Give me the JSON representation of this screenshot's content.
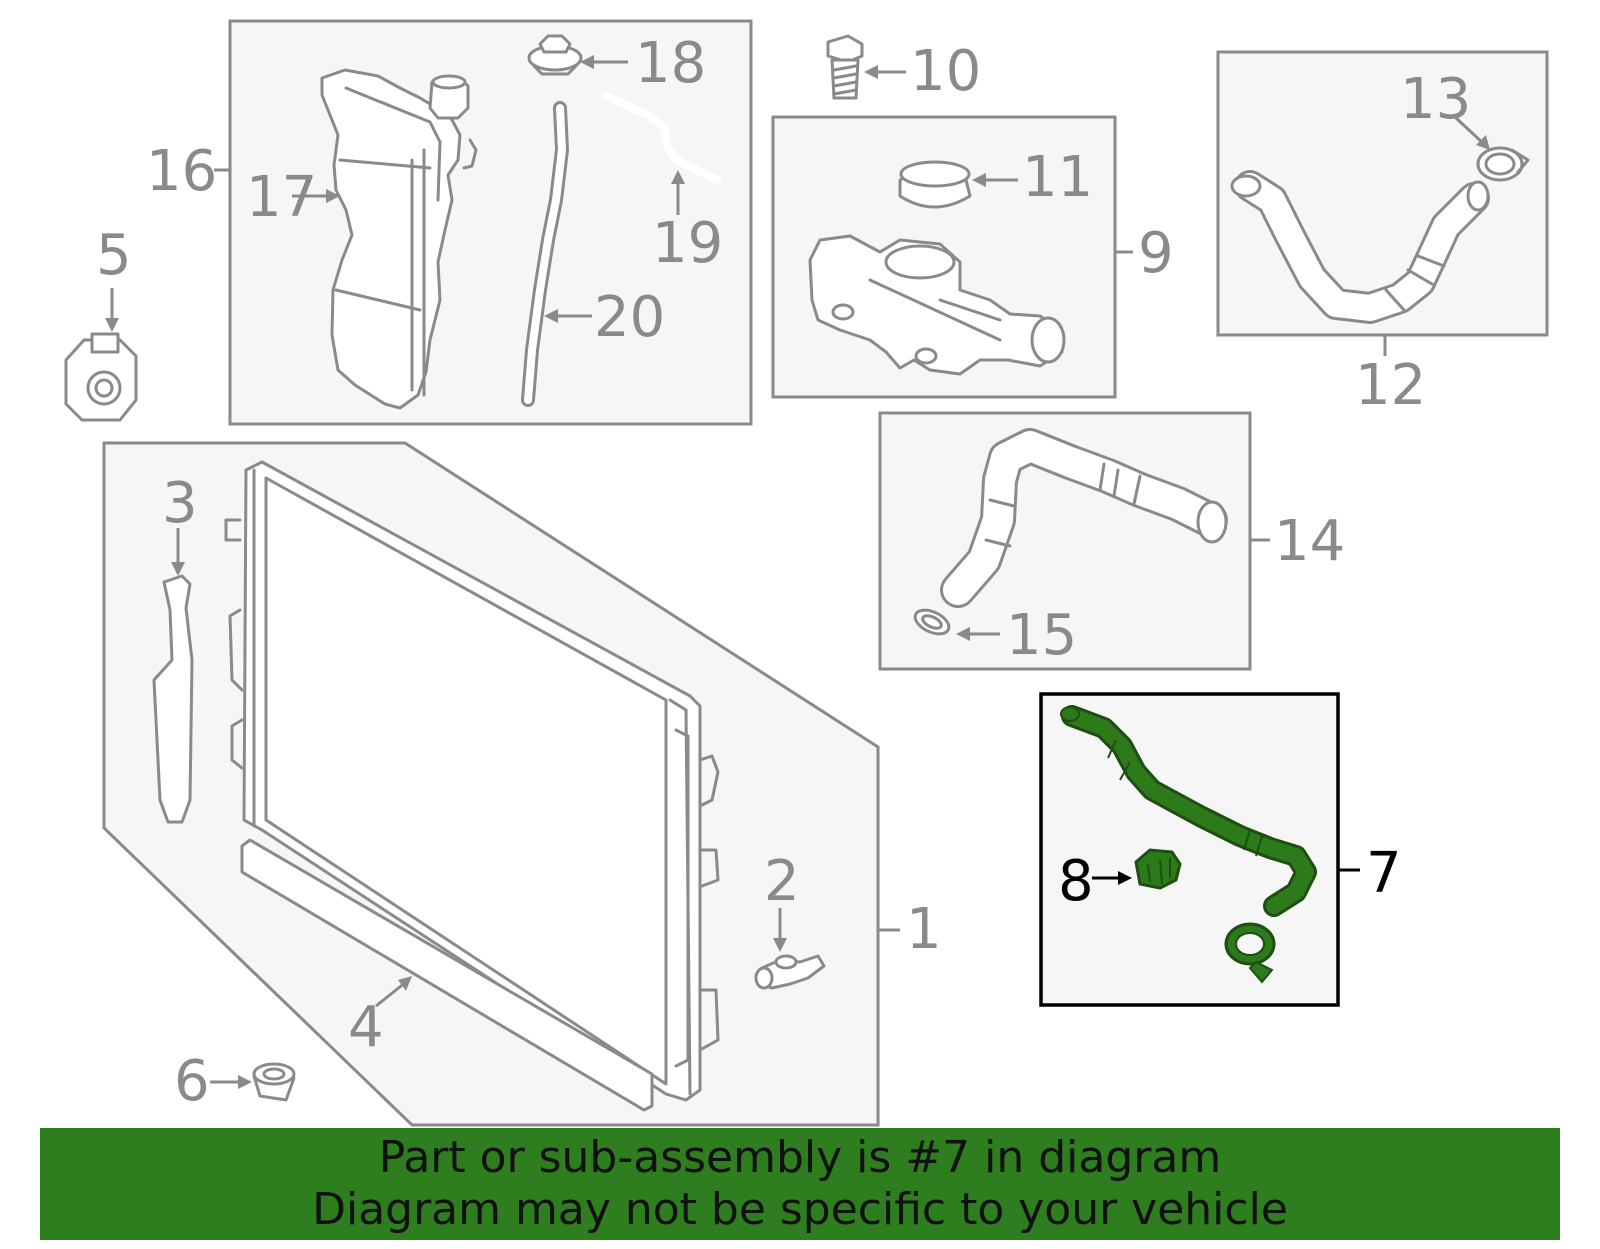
{
  "colors": {
    "highlight_green": "#2e7d1e",
    "part_green": "#2c7a1a",
    "line_gray": "#8a8a8a",
    "box_fill": "#f6f6f6"
  },
  "callouts": {
    "c1": "1",
    "c2": "2",
    "c3": "3",
    "c4": "4",
    "c5": "5",
    "c6": "6",
    "c7": "7",
    "c8": "8",
    "c9": "9",
    "c10": "10",
    "c11": "11",
    "c12": "12",
    "c13": "13",
    "c14": "14",
    "c15": "15",
    "c16": "16",
    "c17": "17",
    "c18": "18",
    "c19": "19",
    "c20": "20"
  },
  "highlighted_part": "7",
  "banner": {
    "line1": "Part or sub-assembly is #7 in diagram",
    "line2": "Diagram may not be specific to your vehicle"
  }
}
